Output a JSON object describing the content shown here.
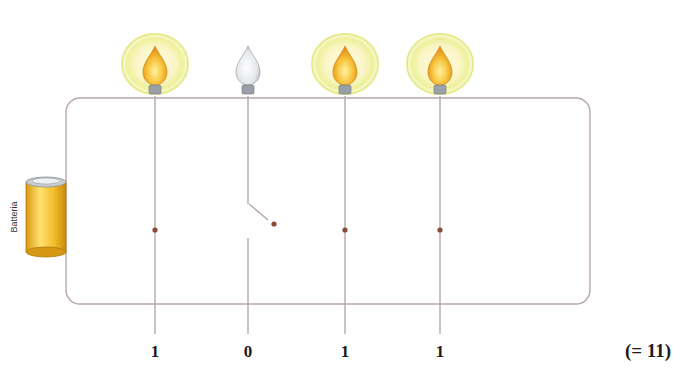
{
  "diagram": {
    "labels": [
      "Batteria",
      "1",
      "0",
      "1",
      "1",
      "(= 11)"
    ]
  }
}
